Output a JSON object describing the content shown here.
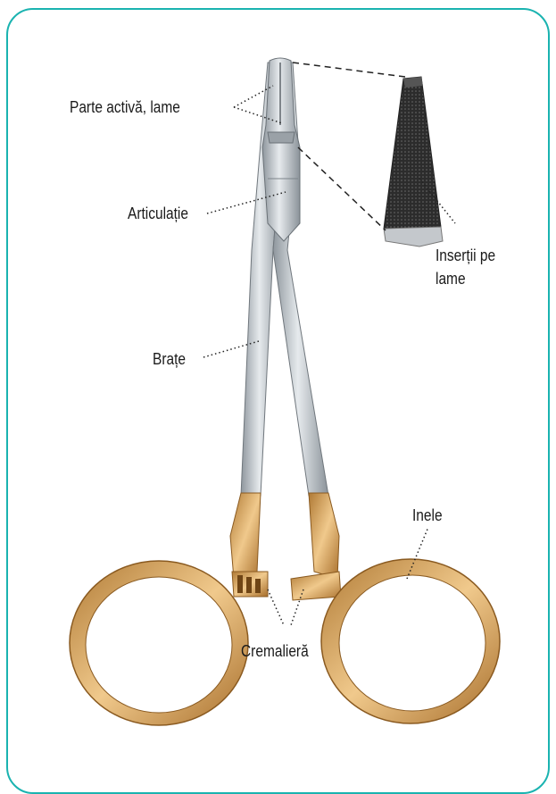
{
  "labels": {
    "active_part": "Parte activă, lame",
    "joint": "Articulație",
    "arms": "Brațe",
    "inserts": "Inserții pe lame",
    "rings": "Inele",
    "ratchet": "Cremalieră"
  },
  "icons": [
    "needle-holder-instrument",
    "blade-insert-detail"
  ],
  "colors": {
    "frame": "#1ab3b0",
    "steel": "#b9c0c6",
    "gold": "#d9a45a",
    "insert": "#3a3a3a"
  }
}
